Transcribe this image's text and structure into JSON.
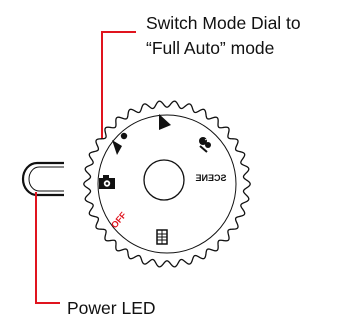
{
  "callouts": {
    "mode_dial_line1": "Switch Mode Dial to",
    "mode_dial_line2": "“Full Auto” mode",
    "power_led": "Power LED"
  },
  "dial": {
    "scene_label": "SCENE",
    "off_label": "OFF",
    "icons": [
      "camera-icon",
      "portrait-icon",
      "play-icon",
      "macro-icon",
      "scene-mode",
      "movie-icon",
      "power-off"
    ]
  },
  "colors": {
    "leader_line": "#e0141e",
    "off_label": "#e0141e",
    "outline": "#111111"
  }
}
